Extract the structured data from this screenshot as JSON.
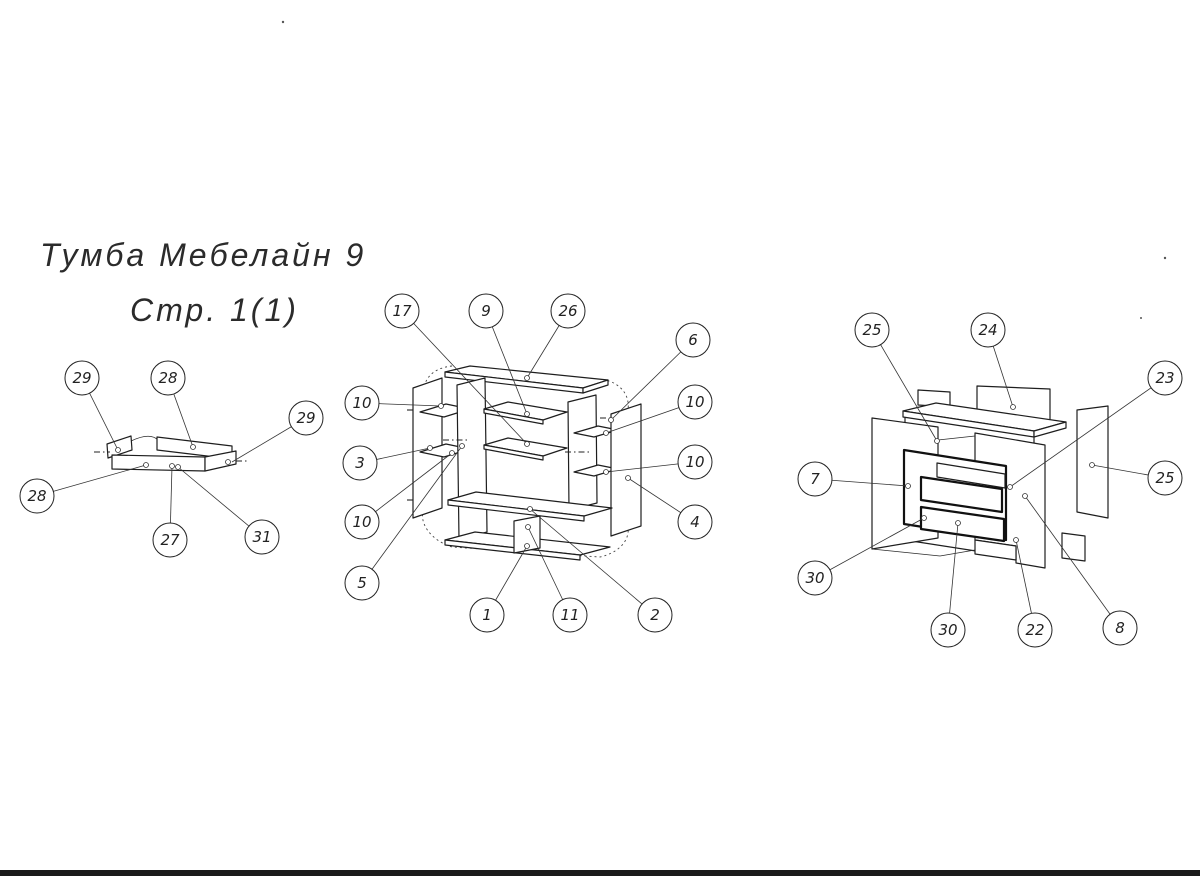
{
  "title": "Тумба Мебелайн 9",
  "subtitle": "Стр. 1(1)",
  "callouts": {
    "drawer": [
      "29",
      "28",
      "29",
      "28",
      "27",
      "31"
    ],
    "cabinet": [
      "17",
      "9",
      "26",
      "6",
      "10",
      "10",
      "3",
      "10",
      "10",
      "4",
      "5",
      "1",
      "11",
      "2"
    ],
    "dresser": [
      "25",
      "24",
      "23",
      "7",
      "25",
      "30",
      "30",
      "22",
      "8"
    ]
  }
}
